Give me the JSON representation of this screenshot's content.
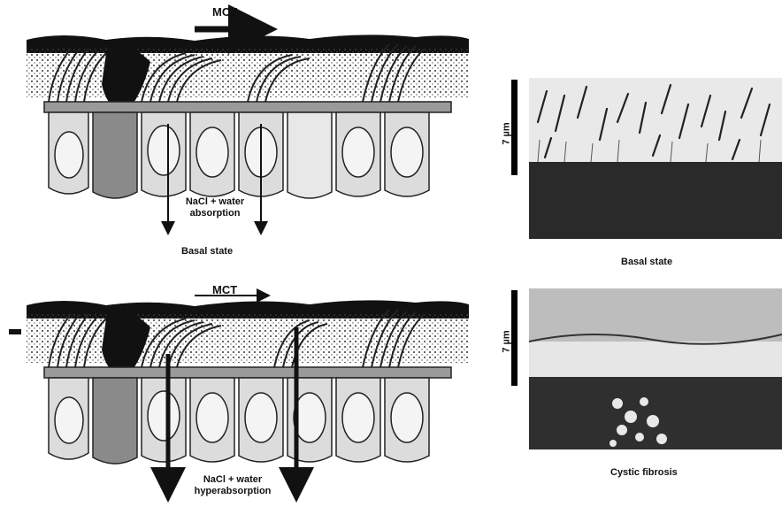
{
  "top_diagram": {
    "flow_label": "MCT",
    "absorption_line1": "NaCl + water",
    "absorption_line2": "absorption",
    "caption": "Basal state"
  },
  "bottom_diagram": {
    "flow_label": "MCT",
    "absorption_line1": "NaCl + water",
    "absorption_line2": "hyperabsorption"
  },
  "top_micrograph": {
    "scale_label": "7 µm",
    "caption": "Basal state"
  },
  "bottom_micrograph": {
    "scale_label": "7 µm",
    "caption": "Cystic fibrosis"
  },
  "colors": {
    "ink": "#111111",
    "cell_fill": "#d9d9d9",
    "mucus": "#333333"
  }
}
